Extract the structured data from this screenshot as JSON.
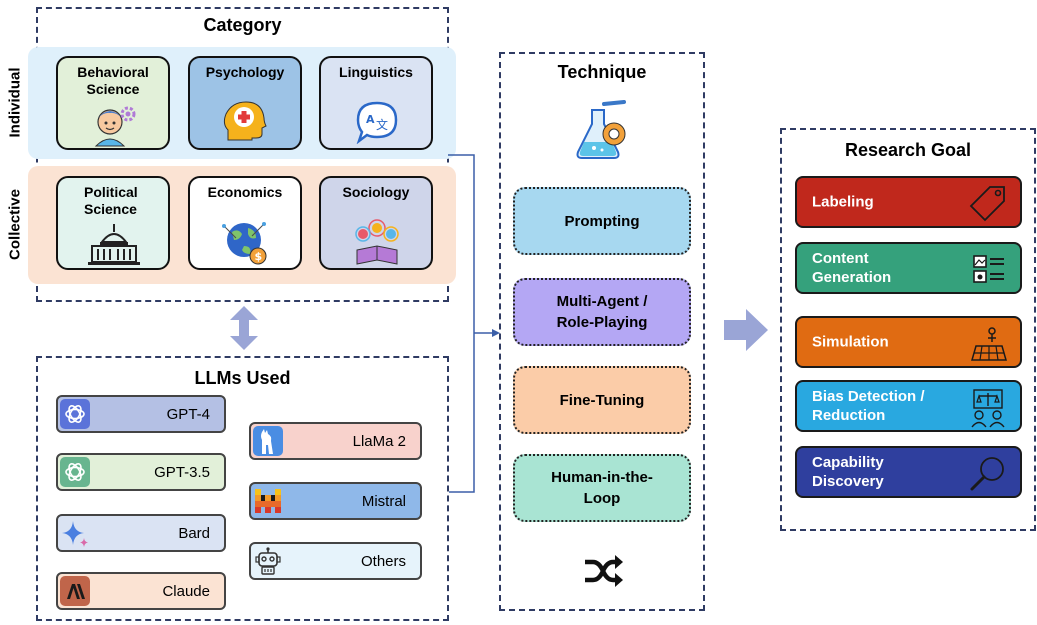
{
  "category": {
    "title": "Category",
    "individual_label": "Individual",
    "collective_label": "Collective",
    "individual": [
      {
        "label": "Behavioral Science",
        "icon": "person-gear-icon",
        "color": "#e2f0d9"
      },
      {
        "label": "Psychology",
        "icon": "head-medical-icon",
        "color": "#9dc3e6"
      },
      {
        "label": "Linguistics",
        "icon": "translate-bubble-icon",
        "color": "#dae3f3"
      }
    ],
    "collective": [
      {
        "label": "Political Science",
        "icon": "capitol-building-icon",
        "color": "#e2f3ee"
      },
      {
        "label": "Economics",
        "icon": "globe-money-icon",
        "color": "#ffffff"
      },
      {
        "label": "Sociology",
        "icon": "group-book-icon",
        "color": "#cfd5ea"
      }
    ],
    "individual_band_color": "#dff0fb",
    "collective_band_color": "#fbe3d3"
  },
  "llms": {
    "title": "LLMs Used",
    "left": [
      {
        "name": "GPT-4",
        "icon": "openai-logo-icon",
        "color": "#b4c0e4",
        "logo_color": "#5b73d9"
      },
      {
        "name": "GPT-3.5",
        "icon": "openai-logo-icon",
        "color": "#e2f0d9",
        "logo_color": "#68b58f"
      },
      {
        "name": "Bard",
        "icon": "sparkle-icon",
        "color": "#dae3f3",
        "logo_color": "#dde6f6"
      },
      {
        "name": "Claude",
        "icon": "anthropic-logo-icon",
        "color": "#fbe3d3",
        "logo_color": "#c0654a"
      }
    ],
    "right": [
      {
        "name": "LlaMa 2",
        "icon": "llama-icon",
        "color": "#f8d2cc",
        "logo_color": "#4a8de3"
      },
      {
        "name": "Mistral",
        "icon": "mistral-logo-icon",
        "color": "#8fb8e9",
        "logo_color": "#e06b3a"
      },
      {
        "name": "Others",
        "icon": "robot-icon",
        "color": "#e6f3fb",
        "logo_color": "#ffffff"
      }
    ]
  },
  "technique": {
    "title": "Technique",
    "items": [
      {
        "label": "Prompting",
        "color": "#a7d8f0"
      },
      {
        "label": "Multi-Agent / Role-Playing",
        "color": "#b4a7f4"
      },
      {
        "label": "Fine-Tuning",
        "color": "#fbcca8"
      },
      {
        "label": "Human-in-the-Loop",
        "color": "#a9e4d3"
      }
    ],
    "flask_icon": "flask-gear-icon",
    "shuffle_icon": "shuffle-icon"
  },
  "research_goal": {
    "title": "Research Goal",
    "items": [
      {
        "label": "Labeling",
        "color": "#c0281c",
        "icon": "tag-icon"
      },
      {
        "label": "Content Generation",
        "color": "#35a17c",
        "icon": "image-list-icon"
      },
      {
        "label": "Simulation",
        "color": "#e06b12",
        "icon": "solar-panel-icon"
      },
      {
        "label": "Bias Detection / Reduction",
        "color": "#29a8e0",
        "icon": "scales-people-icon"
      },
      {
        "label": "Capability Discovery",
        "color": "#2f3f9e",
        "icon": "magnifier-icon"
      }
    ]
  }
}
